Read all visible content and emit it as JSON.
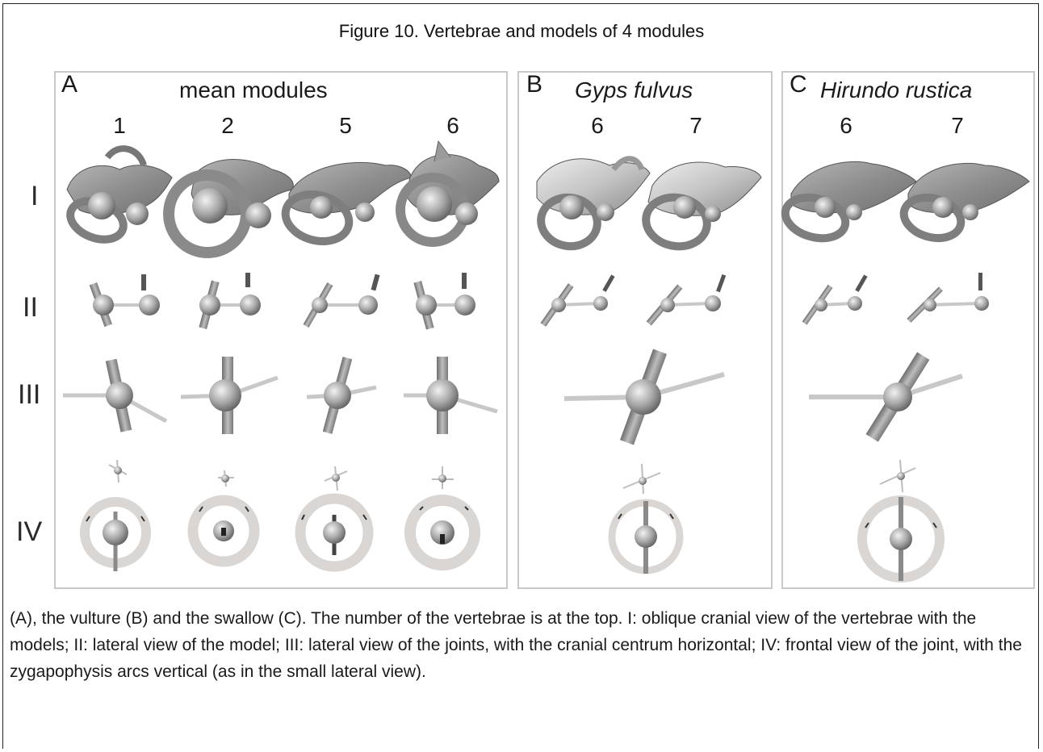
{
  "figure_title": "Figure 10. Vertebrae and models of 4 modules",
  "panels": [
    {
      "letter": "A",
      "title": "mean modules",
      "italic": false,
      "columns": [
        "1",
        "2",
        "5",
        "6"
      ]
    },
    {
      "letter": "B",
      "title": "Gyps fulvus",
      "italic": true,
      "columns": [
        "6",
        "7"
      ]
    },
    {
      "letter": "C",
      "title": "Hirundo rustica",
      "italic": true,
      "columns": [
        "6",
        "7"
      ]
    }
  ],
  "rows": [
    "I",
    "II",
    "III",
    "IV"
  ],
  "caption": "(A), the vulture (B) and the swallow (C). The number of the vertebrae is at the top. I: oblique cranial view of the vertebrae with the models; II: lateral view of the model; III: lateral view of the joints, with the cranial centrum horizontal; IV: frontal view of the joint, with the zygapophysis arcs vertical (as in the small lateral view).",
  "colors": {
    "panel_border": "#c9c9c9",
    "model_gray": "#9a9a9a",
    "ring_light": "#d9d6d4"
  }
}
